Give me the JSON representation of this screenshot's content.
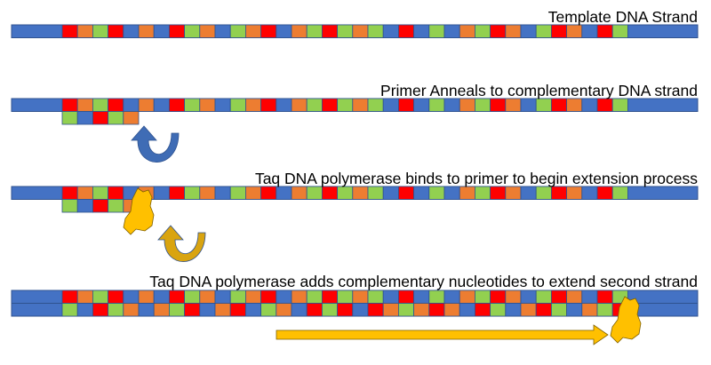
{
  "labels": {
    "step1": "Template DNA Strand",
    "step2": "Primer Anneals to complementary DNA strand",
    "step3": "Taq DNA polymerase binds to primer to begin extension process",
    "step4": "Taq DNA polymerase adds complementary nucleotides to extend second strand"
  },
  "colors": {
    "backbone": "#4472C4",
    "R": "#FF0000",
    "O": "#ED7D31",
    "G": "#92D050",
    "B": "#4472C4",
    "polymerase": "#FFC000",
    "arrow_blue": "#3F6CB5",
    "arrow_gold": "#D9A410"
  },
  "template_sequence": [
    "R",
    "O",
    "G",
    "R",
    "B",
    "O",
    "B",
    "R",
    "G",
    "O",
    "B",
    "G",
    "O",
    "R",
    "B",
    "O",
    "G",
    "R",
    "G",
    "O",
    "G",
    "B",
    "R",
    "B",
    "G",
    "B",
    "O",
    "G",
    "R",
    "O",
    "B",
    "G",
    "R",
    "O",
    "B",
    "R",
    "G"
  ],
  "complement_map": {
    "R": "G",
    "G": "R",
    "O": "B",
    "B": "O"
  },
  "primer_length": 5
}
